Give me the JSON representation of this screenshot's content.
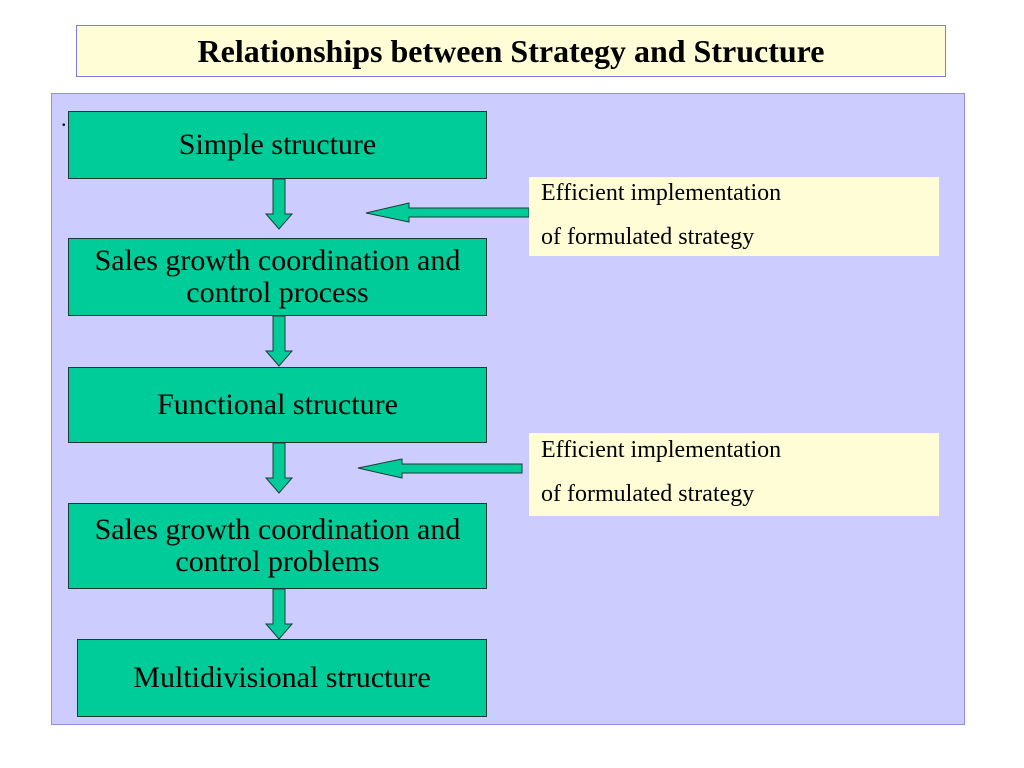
{
  "title": "Relationships between Strategy and Structure",
  "stray_mark": ".",
  "nodes": [
    {
      "label": "Simple structure"
    },
    {
      "label": "Sales growth coordination and control process"
    },
    {
      "label": "Functional structure"
    },
    {
      "label": "Sales growth coordination and control problems"
    },
    {
      "label": "Multidivisional structure"
    }
  ],
  "notes": [
    {
      "line1": "Efficient implementation",
      "line2": "of  formulated strategy"
    },
    {
      "line1": "Efficient implementation",
      "line2": "of  formulated strategy"
    }
  ],
  "colors": {
    "node_fill": "#00cc99",
    "panel_fill": "#ccccff",
    "note_fill": "#fffdd6",
    "title_fill": "#fffdd6"
  }
}
